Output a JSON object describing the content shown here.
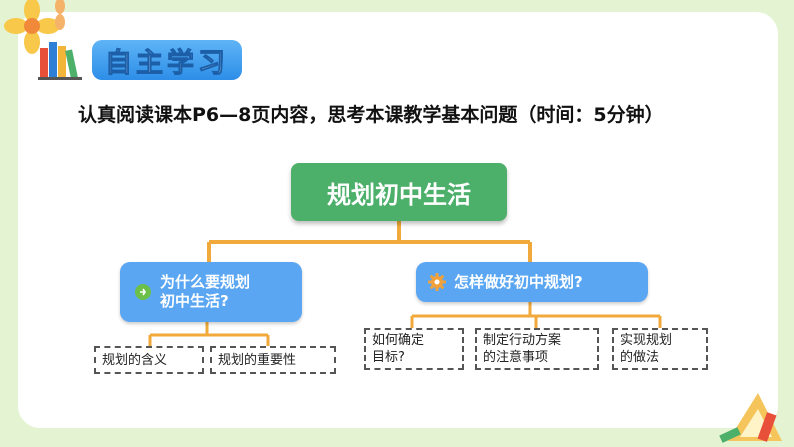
{
  "heading": {
    "title": "自主学习"
  },
  "instruction": "认真阅读课本P6—8页内容，思考本课教学基本问题（时间：5分钟）",
  "mindmap": {
    "root": "规划初中生活",
    "left_branch": {
      "lines": [
        "为什么要规划",
        "初中生活?"
      ],
      "leaves": [
        "规划的含义",
        "规划的重要性"
      ]
    },
    "right_branch": {
      "label": "怎样做好初中规划?",
      "leaves": [
        [
          "如何确定",
          "目标?"
        ],
        [
          "制定行动方案",
          "的注意事项"
        ],
        [
          "实现规划",
          "的做法"
        ]
      ]
    }
  },
  "colors": {
    "background": "#e4f4d2",
    "root": "#4caf6a",
    "branch": "#5aa6f2",
    "connector": "#f0a93a"
  },
  "icons": [
    "flower-decoration",
    "books-icon",
    "green-dot-icon",
    "gear-icon",
    "ruler-decoration"
  ]
}
